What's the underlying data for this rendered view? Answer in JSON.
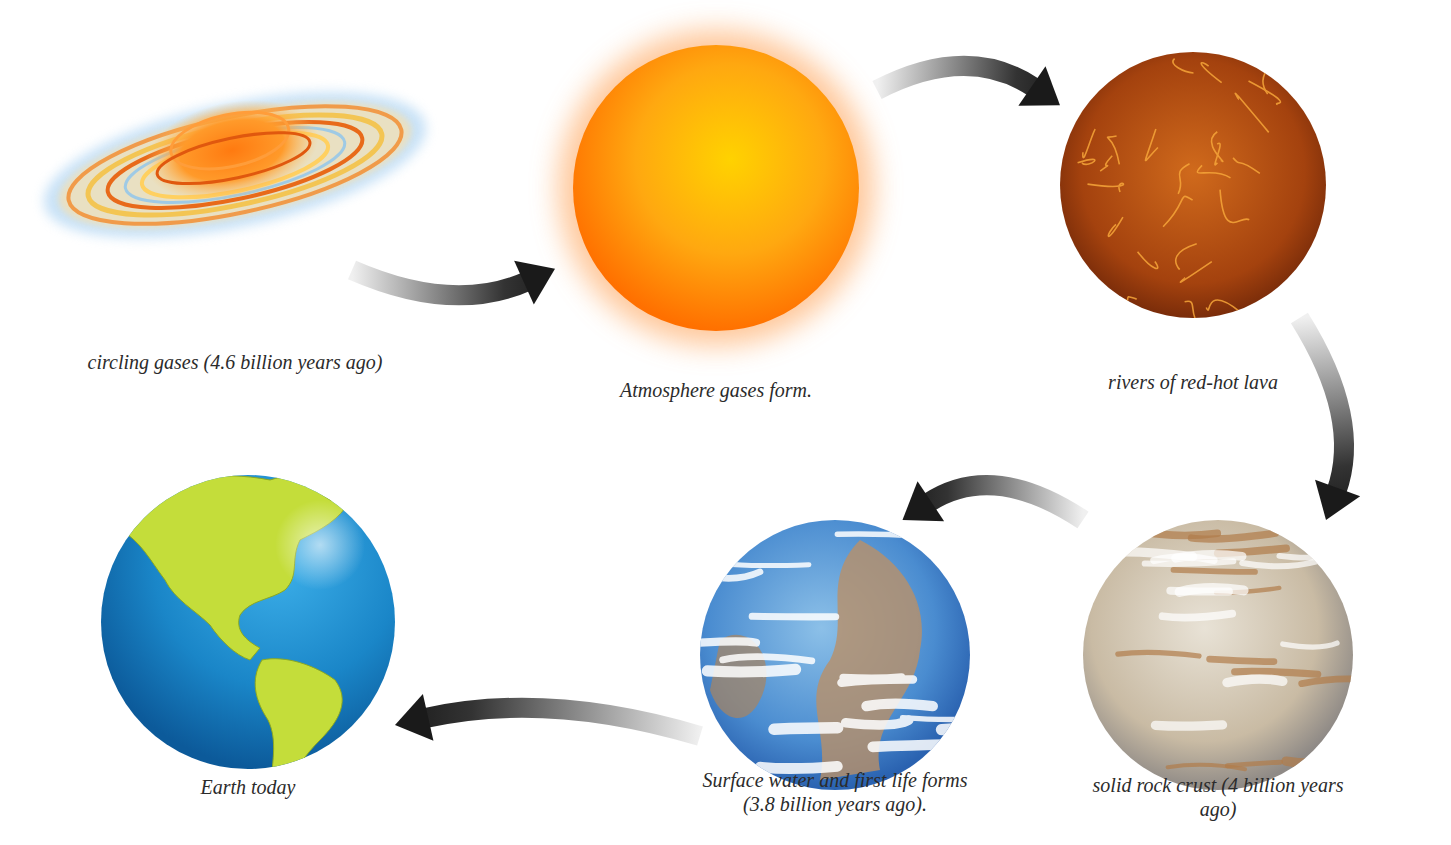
{
  "diagram": {
    "nodes": [
      {
        "text": [
          "circling gases (4.6 billion years ago)"
        ]
      },
      {
        "text": [
          "Atmosphere gases form."
        ]
      },
      {
        "text": [
          "rivers of red-hot lava"
        ]
      },
      {
        "text": [
          "solid rock crust (4 billion years ago)"
        ]
      },
      {
        "text": [
          "Surface water and first life forms (3.8 billion years ago)."
        ]
      },
      {
        "text": [
          "Earth today"
        ]
      }
    ],
    "edges": [
      {
        "from": 0,
        "to": 1,
        "arrow": "to"
      },
      {
        "from": 1,
        "to": 2,
        "arrow": "to"
      },
      {
        "from": 2,
        "to": 3,
        "arrow": "to"
      },
      {
        "from": 3,
        "to": 4,
        "arrow": "to"
      },
      {
        "from": 4,
        "to": 5,
        "arrow": "to"
      }
    ]
  }
}
